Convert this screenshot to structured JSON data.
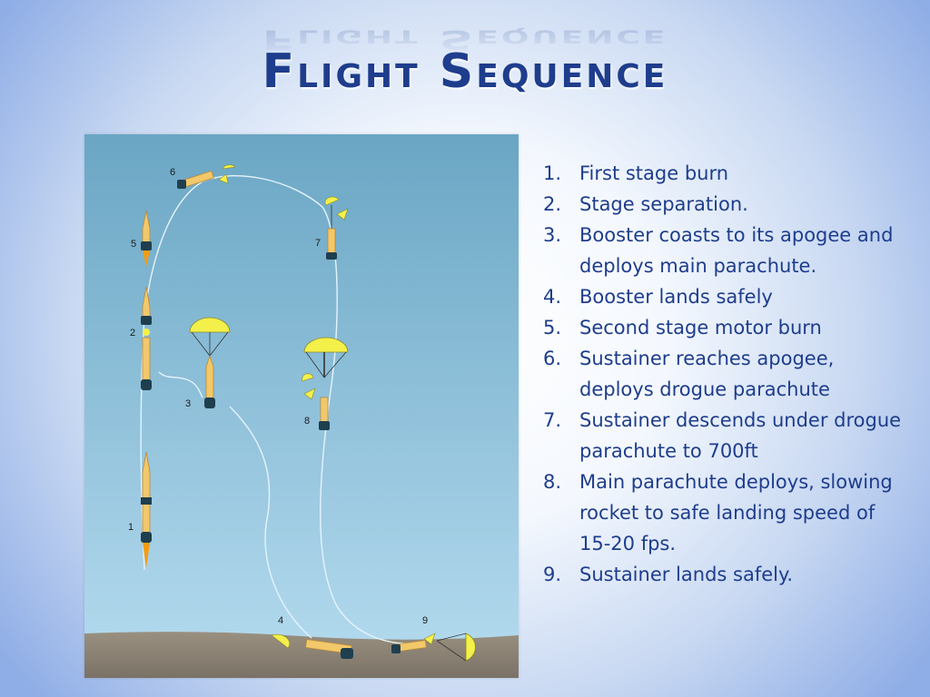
{
  "slide": {
    "title": "Flight Sequence"
  },
  "diagram": {
    "step_labels": [
      "1",
      "2",
      "3",
      "4",
      "5",
      "6",
      "7",
      "8",
      "9"
    ]
  },
  "steps": [
    {
      "num": "1.",
      "text": "First stage burn"
    },
    {
      "num": "2.",
      "text": "Stage separation."
    },
    {
      "num": "3.",
      "text": "Booster coasts to its apogee and deploys main parachute."
    },
    {
      "num": "4.",
      "text": "Booster lands safely"
    },
    {
      "num": "5.",
      "text": "Second stage motor burn"
    },
    {
      "num": "6.",
      "text": "Sustainer reaches apogee, deploys drogue parachute"
    },
    {
      "num": "7.",
      "text": "Sustainer descends under drogue parachute to 700ft"
    },
    {
      "num": "8.",
      "text": "Main parachute deploys, slowing rocket to safe landing speed of 15-20 fps."
    },
    {
      "num": "9.",
      "text": "Sustainer lands safely."
    }
  ],
  "colors": {
    "title": "#1e3d8c",
    "text": "#1e3d8c",
    "sky_top": "#6aa6c4",
    "sky_bottom": "#b6dcf0",
    "ground": "#8a8174",
    "rocket_body": "#f2c86a",
    "parachute": "#f4f04a",
    "flame": "#f39c12"
  }
}
